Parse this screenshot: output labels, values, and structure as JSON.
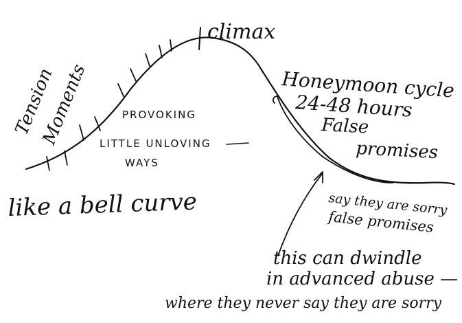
{
  "notes": {
    "climax": "climax",
    "tension_line1": "Tension",
    "tension_line2": "Moments",
    "provoking": "PROVOKING",
    "little_unloving": "LITTLE UNLOVING",
    "ways": "WAYS",
    "honeymoon_line1": "Honeymoon cycle",
    "honeymoon_line2": "24-48 hours",
    "false_promises_line1": "False",
    "false_promises_line2": "promises",
    "say_sorry_line1": "say they are sorry",
    "say_sorry_line2": "false promises",
    "bell_curve": "like a bell curve",
    "dwindle_line1": "this can dwindle",
    "dwindle_line2": "in advanced abuse —",
    "dwindle_line3": "where they never say they are sorry"
  },
  "colors": {
    "ink": "#111111",
    "paper": "#ffffff"
  }
}
